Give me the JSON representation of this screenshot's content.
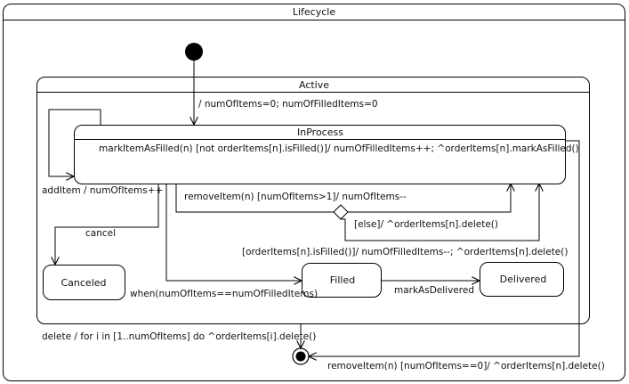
{
  "diagram": {
    "title": "Lifecycle",
    "composite_state": "Active",
    "states": {
      "in_process": "InProcess",
      "canceled": "Canceled",
      "filled": "Filled",
      "delivered": "Delivered"
    },
    "internal_transition": "markItemAsFilled(n) [not orderItems[n].isFilled()]/ numOfFilledItems++; ^orderItems[n].markAsFilled()",
    "transitions": {
      "initial": "/ numOfItems=0; numOfFilledItems=0",
      "add_item": "addItem / numOfItems++",
      "remove_item": "removeItem(n) [numOfItems>1]/ numOfItems--",
      "else_branch": "[else]/ ^orderItems[n].delete()",
      "filled_branch": "[orderItems[n].isFilled()]/ numOfFilledItems--; ^orderItems[n].delete()",
      "cancel": "cancel",
      "when_filled": "when(numOfItems==numOfFilledItems)",
      "mark_delivered": "markAsDelivered",
      "delete": "delete / for i in [1..numOfItems] do ^orderItems[i].delete()",
      "remove_last": "removeItem(n) [numOfItems==0]/ ^orderItems[n].delete()"
    }
  }
}
